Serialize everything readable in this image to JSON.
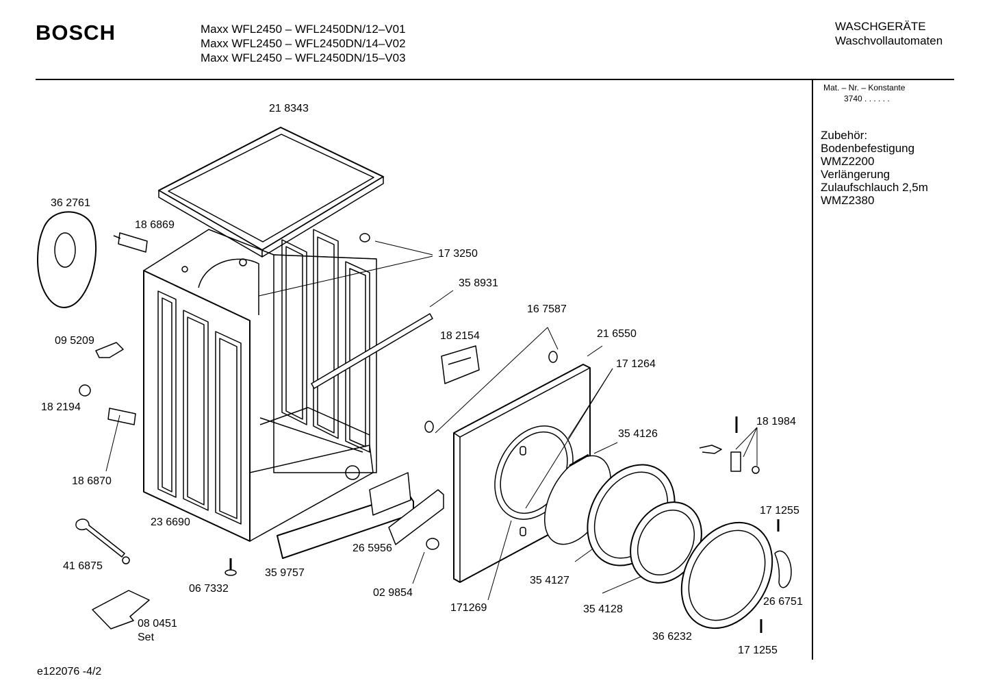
{
  "header": {
    "brand": "BOSCH",
    "models": [
      "Maxx WFL2450 – WFL2450DN/12–V01",
      "Maxx WFL2450 – WFL2450DN/14–V02",
      "Maxx WFL2450 – WFL2450DN/15–V03"
    ],
    "category": [
      "WASCHGERÄTE",
      "Waschvollautomaten"
    ]
  },
  "sidebar": {
    "mat_label": "Mat. – Nr. – Konstante",
    "mat_number": "3740  .  .     .  .  .  .",
    "accessories": [
      "Zubehör:",
      "Bodenbefestigung",
      "WMZ2200",
      "Verlängerung",
      "Zulaufschlauch 2,5m",
      "WMZ2380"
    ]
  },
  "footer": {
    "doc_id": "e122076 -4/2"
  },
  "parts": [
    {
      "id": "p218343",
      "text": "21 8343"
    },
    {
      "id": "p362761",
      "text": "36 2761"
    },
    {
      "id": "p186869",
      "text": "18 6869"
    },
    {
      "id": "p173250",
      "text": "17 3250"
    },
    {
      "id": "p358931",
      "text": "35 8931"
    },
    {
      "id": "p167587",
      "text": "16 7587"
    },
    {
      "id": "p182154",
      "text": "18 2154"
    },
    {
      "id": "p216550",
      "text": "21 6550"
    },
    {
      "id": "p095209",
      "text": "09 5209"
    },
    {
      "id": "p171264",
      "text": "17 1264"
    },
    {
      "id": "p182194",
      "text": "18 2194"
    },
    {
      "id": "p181984",
      "text": "18 1984"
    },
    {
      "id": "p354126",
      "text": "35 4126"
    },
    {
      "id": "p186870",
      "text": "18 6870"
    },
    {
      "id": "p236690",
      "text": "23 6690"
    },
    {
      "id": "p171255a",
      "text": "17 1255"
    },
    {
      "id": "p265956",
      "text": "26 5956"
    },
    {
      "id": "p416875",
      "text": "41 6875"
    },
    {
      "id": "p359757",
      "text": "35 9757"
    },
    {
      "id": "p354127",
      "text": "35 4127"
    },
    {
      "id": "p067332",
      "text": "06 7332"
    },
    {
      "id": "p029854",
      "text": "02 9854"
    },
    {
      "id": "p171269",
      "text": "171269"
    },
    {
      "id": "p354128",
      "text": "35 4128"
    },
    {
      "id": "p266751",
      "text": "26 6751"
    },
    {
      "id": "p080451",
      "text": "08 0451"
    },
    {
      "id": "p080451set",
      "text": "Set"
    },
    {
      "id": "p366232",
      "text": "36 6232"
    },
    {
      "id": "p171255b",
      "text": "17 1255"
    }
  ]
}
